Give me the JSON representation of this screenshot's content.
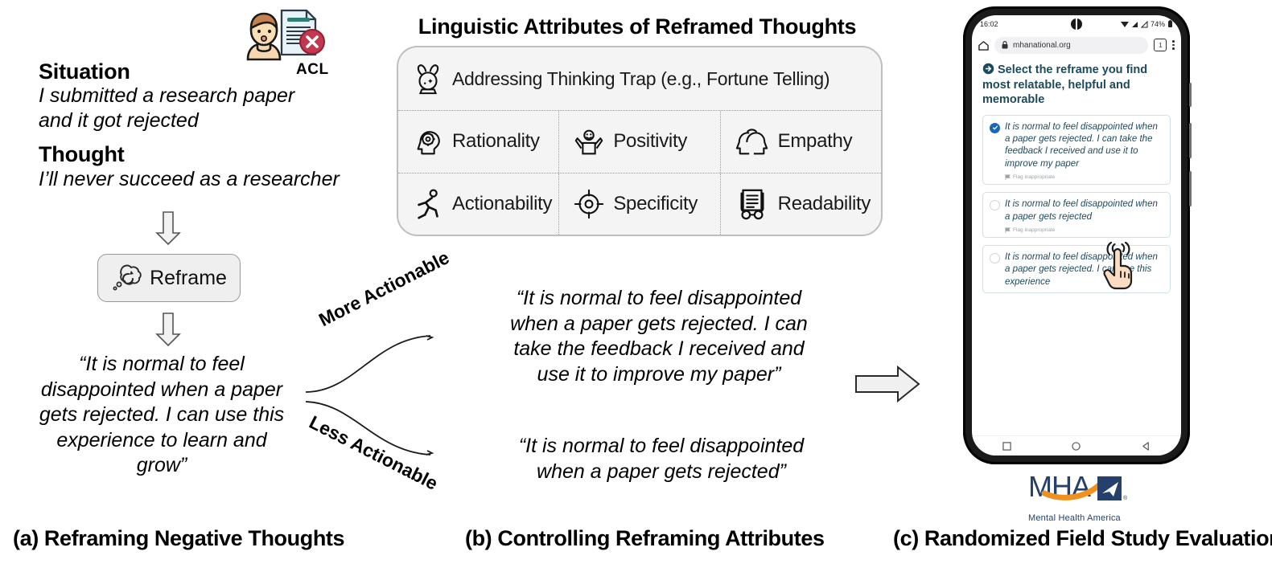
{
  "panel_a": {
    "caption": "(a)  Reframing Negative Thoughts",
    "situation_heading": "Situation",
    "situation_text": "I submitted a research paper and it got rejected",
    "thought_heading": "Thought",
    "thought_text": "I’ll never succeed as a researcher",
    "acl_label": "ACL",
    "reframe_button": "Reframe",
    "reframed_quote": "“It is normal to feel disappointed when a paper gets rejected. I can use this experience to learn and grow”"
  },
  "panel_b": {
    "caption": "(b) Controlling Reframing Attributes",
    "title": "Linguistic Attributes of Reframed Thoughts",
    "attributes": [
      {
        "label": "Addressing Thinking Trap (e.g., Fortune Telling)",
        "icon": "crystal-ball-icon"
      },
      {
        "label": "Rationality",
        "icon": "head-gear-icon"
      },
      {
        "label": "Positivity",
        "icon": "person-arms-up-icon"
      },
      {
        "label": "Empathy",
        "icon": "two-heads-icon"
      },
      {
        "label": "Actionability",
        "icon": "running-person-icon"
      },
      {
        "label": "Specificity",
        "icon": "target-icon"
      },
      {
        "label": "Readability",
        "icon": "document-glasses-icon"
      }
    ],
    "branch_more_label": "More Actionable",
    "branch_less_label": "Less Actionable",
    "more_actionable_quote": "“It is normal to feel disappointed when a paper gets rejected. I can take the feedback I received and use it to improve my paper”",
    "less_actionable_quote": "“It is normal to feel disappointed when a paper gets rejected”"
  },
  "panel_c": {
    "caption": "(c) Randomized Field Study Evaluation",
    "phone": {
      "status_time": "16:02",
      "status_battery": "74%",
      "url": "mhanational.org",
      "tab_count": "1",
      "page_heading": "Select the reframe you find most relatable, helpful and memorable",
      "flag_label": "Flag inappropriate",
      "options": [
        {
          "text": "It is normal to feel disappointed when a paper gets rejected. I can take the feedback I received and use it to improve my paper",
          "selected": true
        },
        {
          "text": "It is normal to feel disappointed when a paper gets rejected",
          "selected": false
        },
        {
          "text": "It is normal to feel disappointed when a paper gets rejected. I can use this experience",
          "selected": false
        }
      ]
    },
    "logo": {
      "mark": "MHA",
      "subtitle": "Mental Health America"
    }
  },
  "colors": {
    "phone_heading": "#1d4a5c",
    "radio_selected": "#1867b8",
    "logo_navy": "#24406b",
    "logo_orange": "#f0911e",
    "box_fill": "#f4f4f4",
    "box_border": "#bfbfbf"
  }
}
